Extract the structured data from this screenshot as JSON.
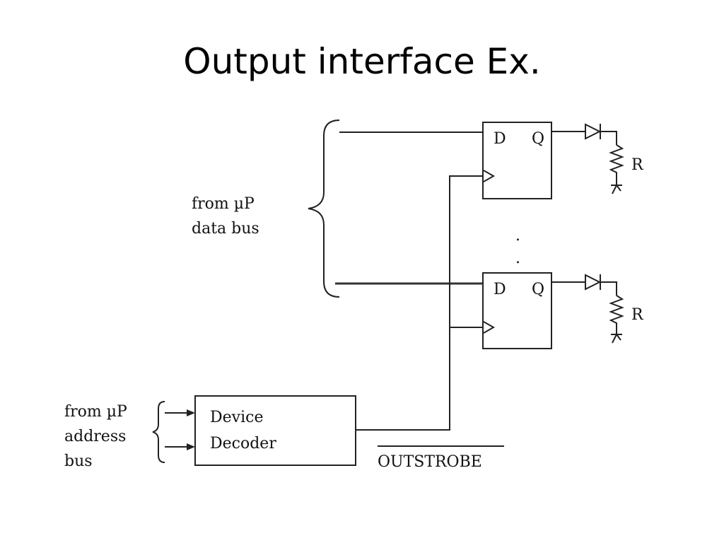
{
  "title": "Output interface Ex.",
  "labels": {
    "data_bus_line1": "from µP",
    "data_bus_line2": "data bus",
    "addr_bus_line1": "from µP",
    "addr_bus_line2": "address",
    "addr_bus_line3": "bus",
    "decoder_line1": "Device",
    "decoder_line2": "Decoder",
    "strobe": "OUTSTROBE",
    "ff_d": "D",
    "ff_q": "Q",
    "resistor": "R",
    "ellipsis_dot": "."
  }
}
